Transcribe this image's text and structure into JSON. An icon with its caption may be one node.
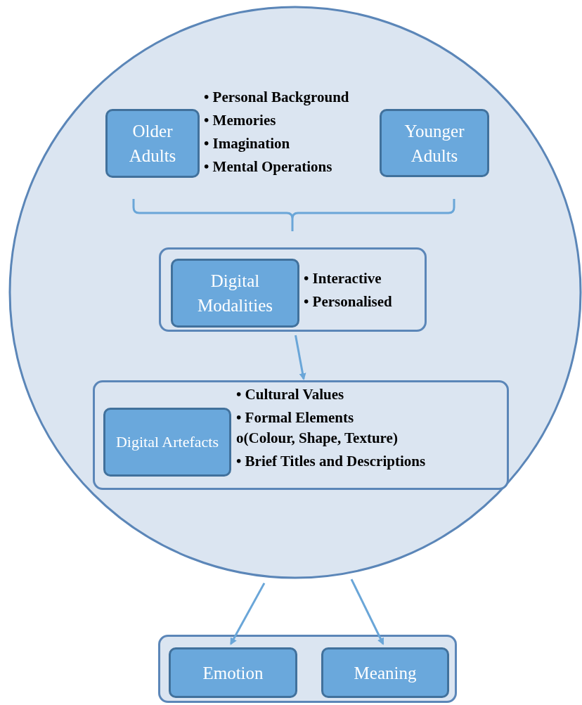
{
  "diagram": {
    "nodes": [
      {
        "text": [],
        "shape": "circle"
      },
      {
        "text": [
          "Older Adults"
        ],
        "in": 0
      },
      {
        "text": [
          "Younger Adults"
        ],
        "in": 0
      },
      {
        "text": [
          "• Interactive",
          "• Personalised"
        ],
        "in": 0
      },
      {
        "text": [
          "Digital Modalities"
        ],
        "in": 3
      },
      {
        "text": [
          "• Cultural Values",
          "• Formal Elements",
          "o(Colour, Shape, Texture)",
          "• Brief Titles and Descriptions"
        ],
        "in": 0
      },
      {
        "text": [
          "Digital Artefacts"
        ],
        "in": 5
      },
      {
        "text": [],
        "shape": "box"
      },
      {
        "text": [
          "Emotion"
        ],
        "in": 7
      },
      {
        "text": [
          "Meaning"
        ],
        "in": 7
      }
    ],
    "edges": [
      {
        "from": 3,
        "to": 5,
        "arrow": "to"
      },
      {
        "from": 0,
        "to": 8,
        "arrow": "to"
      },
      {
        "from": 0,
        "to": 9,
        "arrow": "to"
      }
    ],
    "labels": [
      "• Personal Background",
      "• Memories",
      "• Imagination",
      "• Mental Operations"
    ]
  }
}
